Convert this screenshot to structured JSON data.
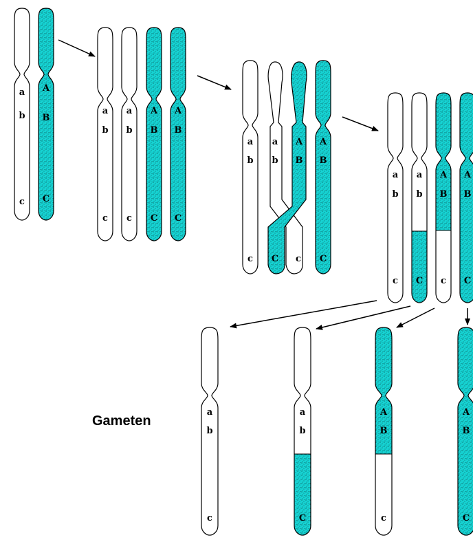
{
  "diagram": {
    "label_gametes": "Gameten",
    "colors": {
      "paternal_fill": "#16d2d2",
      "maternal_fill": "#ffffff",
      "stipple": "#0a4a4a",
      "outline": "#000000",
      "arrow": "#000000"
    },
    "genes": {
      "maternal": [
        "a",
        "b",
        "c"
      ],
      "paternal": [
        "A",
        "B",
        "C"
      ]
    },
    "stages": [
      {
        "name": "stage-1-homologous-pair",
        "chromosomes": [
          "maternal",
          "paternal"
        ]
      },
      {
        "name": "stage-2-replicated",
        "chromosomes": [
          "maternal",
          "maternal",
          "paternal",
          "paternal"
        ]
      },
      {
        "name": "stage-3-crossing-over",
        "chromosomes": [
          "maternal",
          "maternal-crossing",
          "paternal-crossing",
          "paternal"
        ]
      },
      {
        "name": "stage-4-recombined",
        "chromosomes": [
          "maternal",
          "recombinant-abC",
          "recombinant-ABc",
          "paternal"
        ]
      },
      {
        "name": "gametes",
        "chromosomes": [
          "maternal",
          "recombinant-abC",
          "recombinant-ABc",
          "paternal"
        ]
      }
    ]
  }
}
